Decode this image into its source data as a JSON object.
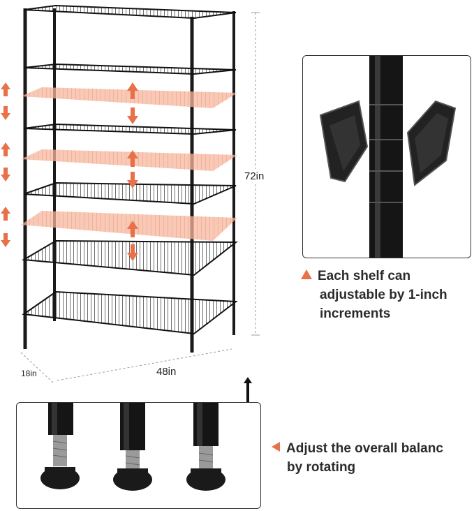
{
  "dimensions": {
    "height": "72in",
    "width": "48in",
    "depth": "18in"
  },
  "features": {
    "shelf": {
      "line1": "Each shelf can",
      "line2": "adjustable by 1-inch",
      "line3": "increments"
    },
    "balance": {
      "line1": "Adjust the overall balanc",
      "line2": "by rotating"
    }
  },
  "colors": {
    "accent": "#e8714a",
    "metal": "#1a1a1a"
  },
  "icons": [
    "up-down-arrow-icon",
    "triangle-bullet-icon",
    "up-arrow-icon"
  ]
}
